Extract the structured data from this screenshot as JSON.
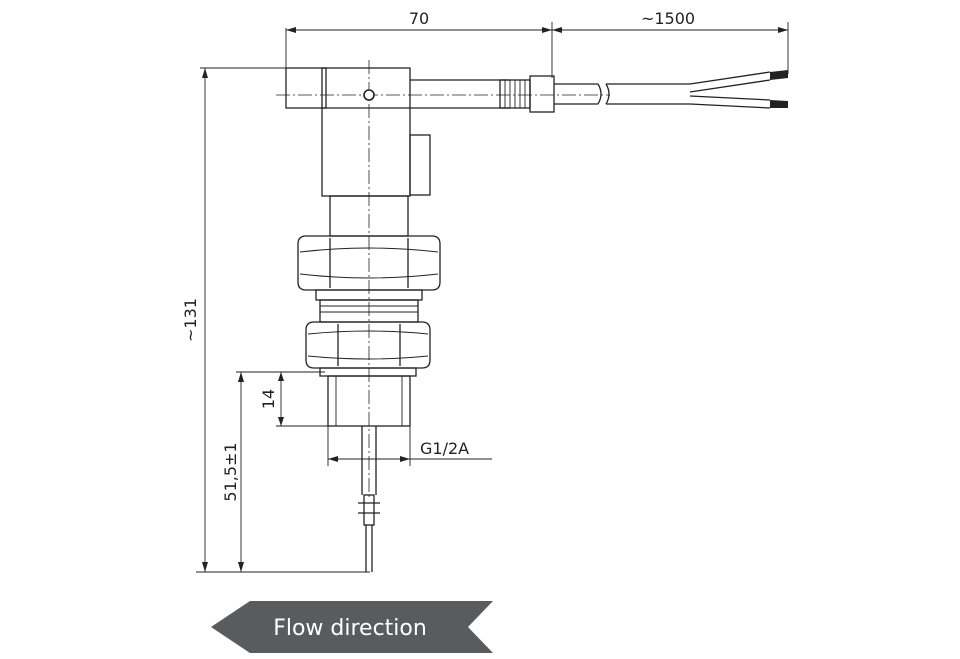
{
  "dimensions": {
    "length": "70",
    "cable_length": "~1500",
    "total_height": "~131",
    "thread_length": "14",
    "paddle_depth": "51,5±1",
    "thread_size": "G1/2A"
  },
  "flow_arrow": {
    "label": "Flow direction",
    "color": "#5a5b5d"
  }
}
